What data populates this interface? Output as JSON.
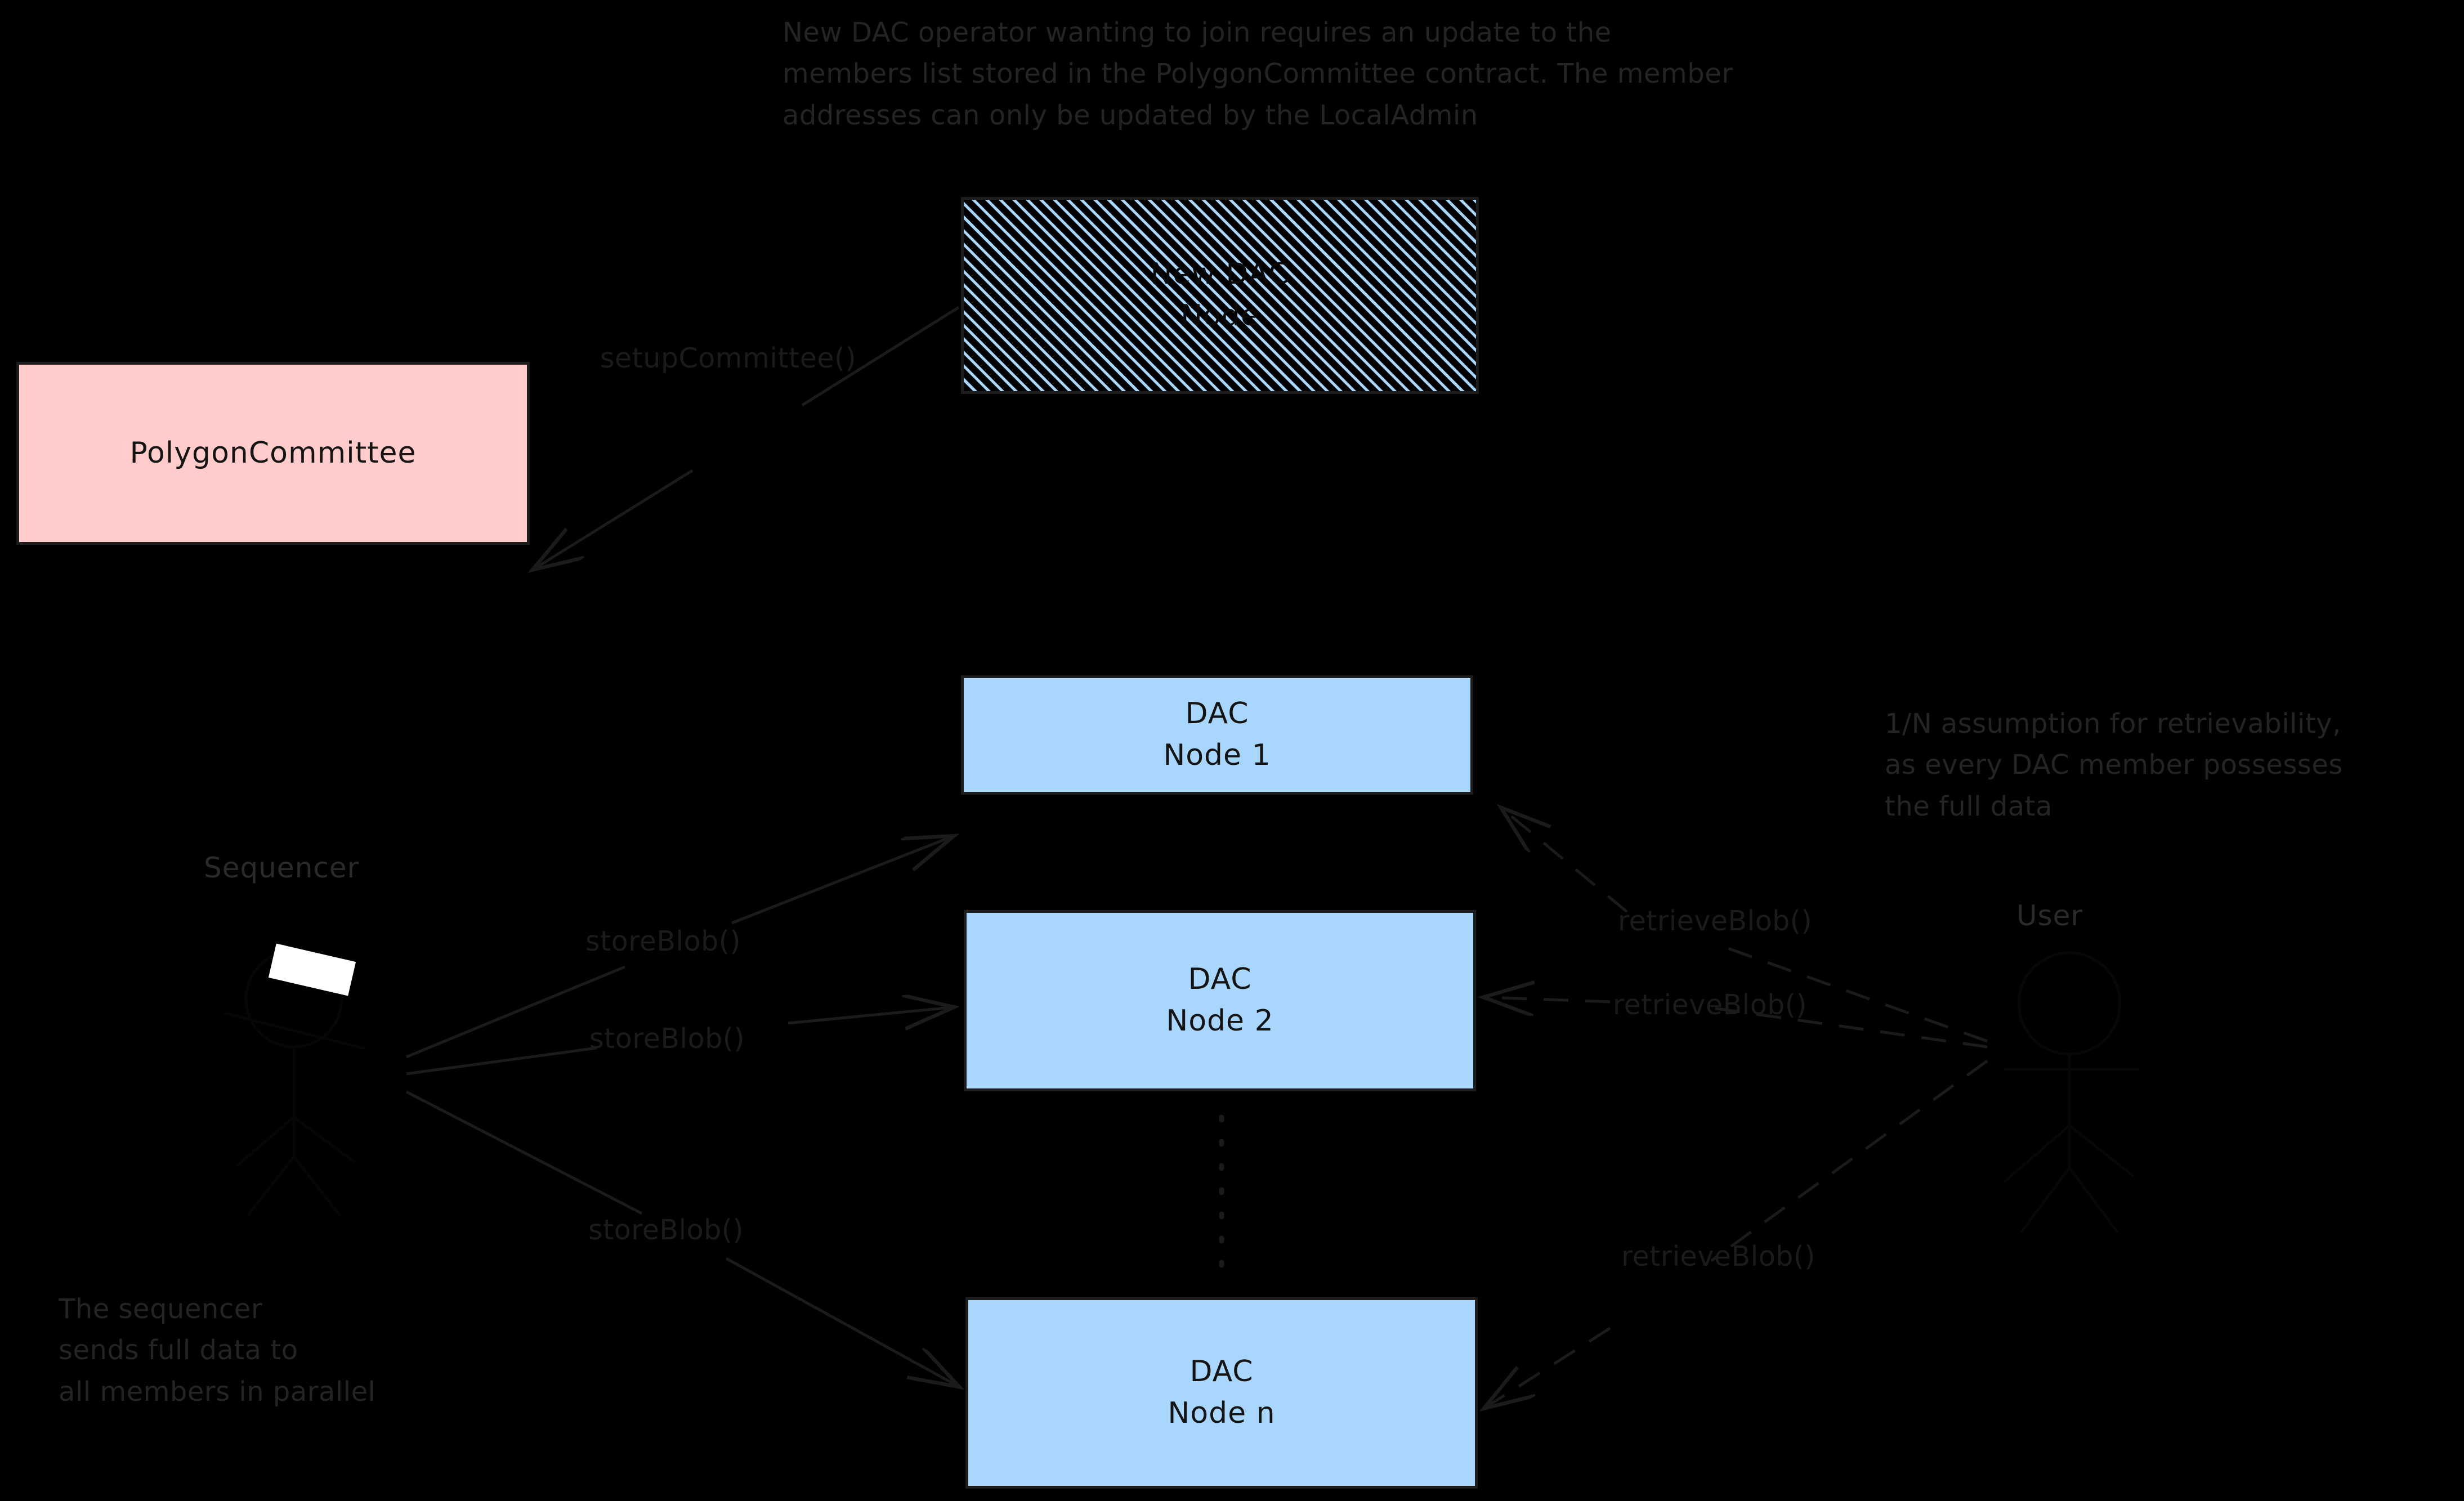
{
  "canvas": {
    "background": "#000000",
    "accent_blue": "#a8d6fc",
    "accent_pink": "#ffcccb",
    "stroke": "#1d1d1d",
    "text": "#242424"
  },
  "annotations": {
    "top_note": "New DAC operator wanting to join requires an update to the\nmembers list stored in the PolygonCommittee contract. The member\naddresses can only be updated by the LocalAdmin",
    "right_note": "1/N assumption for retrievability,\nas every DAC member possesses\nthe full data",
    "bottom_left_note": "The sequencer\nsends full data to\nall members in parallel"
  },
  "nodes": {
    "new_dac_node": {
      "line1": "New DAC",
      "line2": "Node",
      "style": "hatched"
    },
    "polygon_committee": {
      "line1": "PolygonCommittee",
      "style": "pink"
    },
    "dac_node_1": {
      "line1": "DAC",
      "line2": "Node 1",
      "style": "blue"
    },
    "dac_node_2": {
      "line1": "DAC",
      "line2": "Node 2",
      "style": "blue"
    },
    "dac_node_n": {
      "line1": "DAC",
      "line2": "Node n",
      "style": "blue"
    }
  },
  "actors": {
    "sequencer": {
      "label": "Sequencer"
    },
    "user": {
      "label": "User"
    }
  },
  "edges": {
    "setup_committee": "setupCommittee()",
    "store_blob_1": "storeBlob()",
    "store_blob_2": "storeBlob()",
    "store_blob_n": "storeBlob()",
    "retrieve_blob_1": "retrieveBlob()",
    "retrieve_blob_2": "retrieveBlob()",
    "retrieve_blob_n": "retrieveBlob()"
  }
}
